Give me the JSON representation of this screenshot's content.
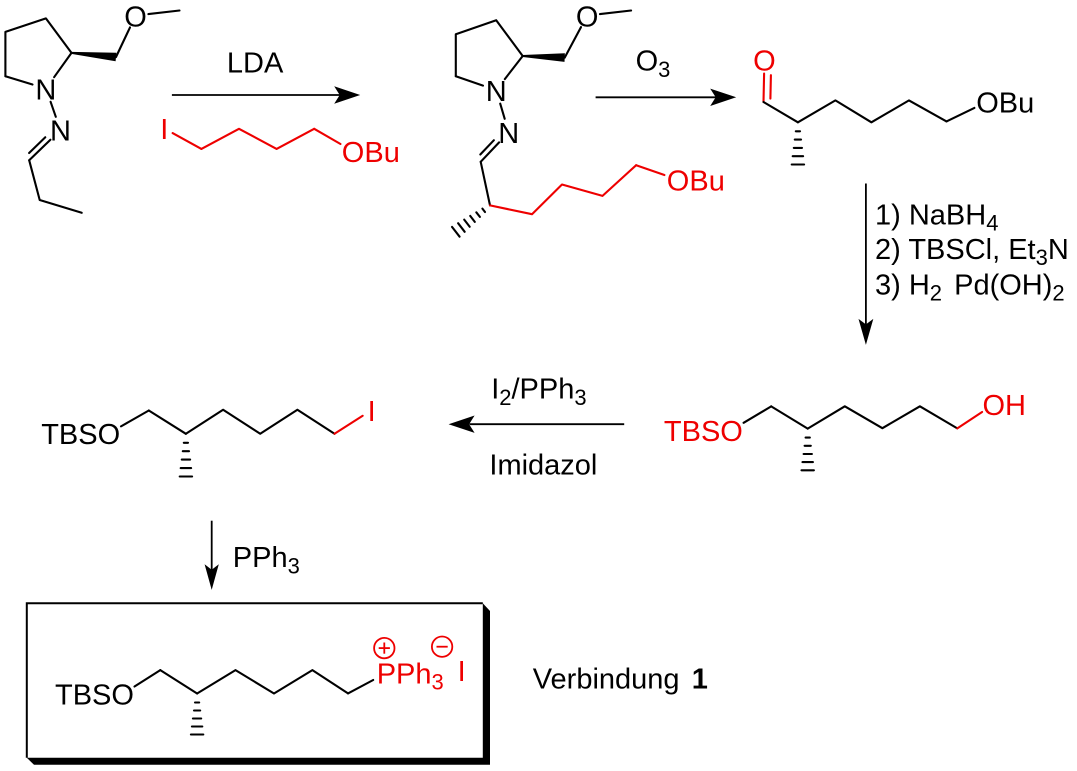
{
  "colors": {
    "ink": "#000000",
    "red": "#ee0000",
    "background": "#ffffff"
  },
  "structures": {
    "samp_hydrazone": {
      "methoxy_o": "O",
      "ring_n": "N",
      "imine_n": "N"
    },
    "alkyl_iodide_reagent": {
      "iodo": "I",
      "obu": "OBu"
    },
    "alkylated_hydrazone": {
      "methoxy_o": "O",
      "ring_n": "N",
      "imine_n": "N",
      "obu": "OBu"
    },
    "aldehyde": {
      "carbonyl_o": "O",
      "obu": "OBu"
    },
    "alcohol": {
      "tbso": "TBSO",
      "oh": "OH"
    },
    "iodide": {
      "tbso": "TBSO",
      "iodo": "I"
    },
    "phosphonium_salt": {
      "tbso": "TBSO",
      "p_main": "PPh",
      "p_sub": "3",
      "charge_plus": "+",
      "charge_minus": "−",
      "iodide": "I"
    }
  },
  "arrows": {
    "alkylation": {
      "label": "LDA"
    },
    "ozonolysis": {
      "main": "O",
      "sub": "3"
    },
    "reduction": {
      "line1": {
        "t1": "1) NaBH",
        "sub1": "4"
      },
      "line2": {
        "t1": "2) TBSCl, Et",
        "sub1": "3",
        "t2": "N"
      },
      "line3": {
        "t1": "3) H",
        "sub1": "2",
        "t2": " Pd(OH)",
        "sub2": "2"
      }
    },
    "iodination": {
      "above": {
        "t1": "I",
        "sub1": "2",
        "t2": "/PPh",
        "sub2": "3"
      },
      "below": "Imidazol"
    },
    "phosphonium": {
      "main": "PPh",
      "sub": "3"
    }
  },
  "caption": {
    "text": "Verbindung",
    "number": "1"
  }
}
